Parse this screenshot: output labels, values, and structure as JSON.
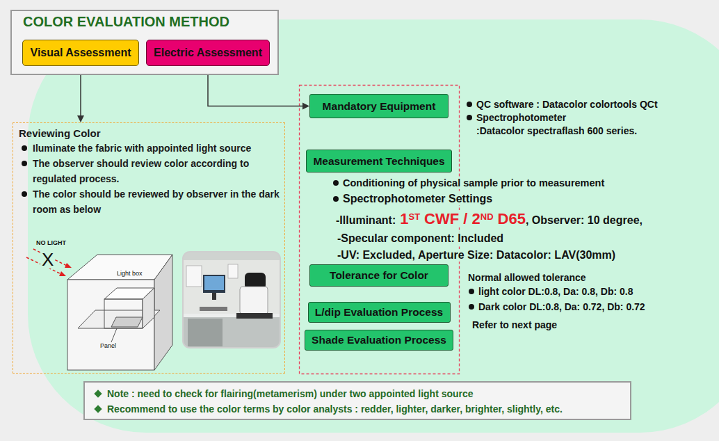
{
  "diagram": {
    "nodes": [
      {
        "text": [
          "COLOR EVALUATION METHOD"
        ]
      },
      {
        "text": [
          "Visual Assessment"
        ],
        "in": 0
      },
      {
        "text": [
          "Electric Assessment"
        ],
        "in": 0
      },
      {
        "text": [
          "Reviewing Color",
          "Iluminate the fabric with appointed light source",
          "The observer should review color according to regulated process.",
          "The color should be reviewed by observer in the dark room as below"
        ]
      },
      {
        "text": [
          "Mandatory Equipment"
        ]
      },
      {
        "text": [
          "Measurement Techniques"
        ]
      },
      {
        "text": [
          "Tolerance for Color"
        ]
      },
      {
        "text": [
          "L/dip Evaluation Process"
        ]
      },
      {
        "text": [
          "Shade Evaluation Process"
        ]
      },
      {
        "text": [
          "Note : need to check for flairing(metamerism) under two appointed light source",
          "Recommend to use the color terms by color analysts : redder, lighter, darker, brighter, slightly, etc."
        ]
      }
    ],
    "edges": [
      {
        "from": 1,
        "to": 3,
        "arrow": "to"
      },
      {
        "from": 2,
        "to": 4,
        "arrow": "to"
      }
    ],
    "labels": [
      "NO LIGHT",
      "X",
      "Light box",
      "Panel",
      "QC software : Datacolor colortools QCt",
      "Spectrophotometer",
      ":Datacolor spectraflash 600 series.",
      "Conditioning of physical sample prior to measurement",
      "Spectrophotometer Settings",
      "-Illuminant:",
      "1",
      "ST",
      "CWF / 2",
      "ND",
      "D65",
      ", Observer: 10 degree,",
      "-Specular component: Included",
      "-UV: Excluded, Aperture Size: Datacolor: LAV(30mm)",
      "Normal allowed tolerance",
      "light color DL:0.8, Da: 0.8, Db: 0.8",
      "Dark color DL:0.8, Da: 0.72, Db: 0.72",
      "Refer to next page"
    ]
  }
}
